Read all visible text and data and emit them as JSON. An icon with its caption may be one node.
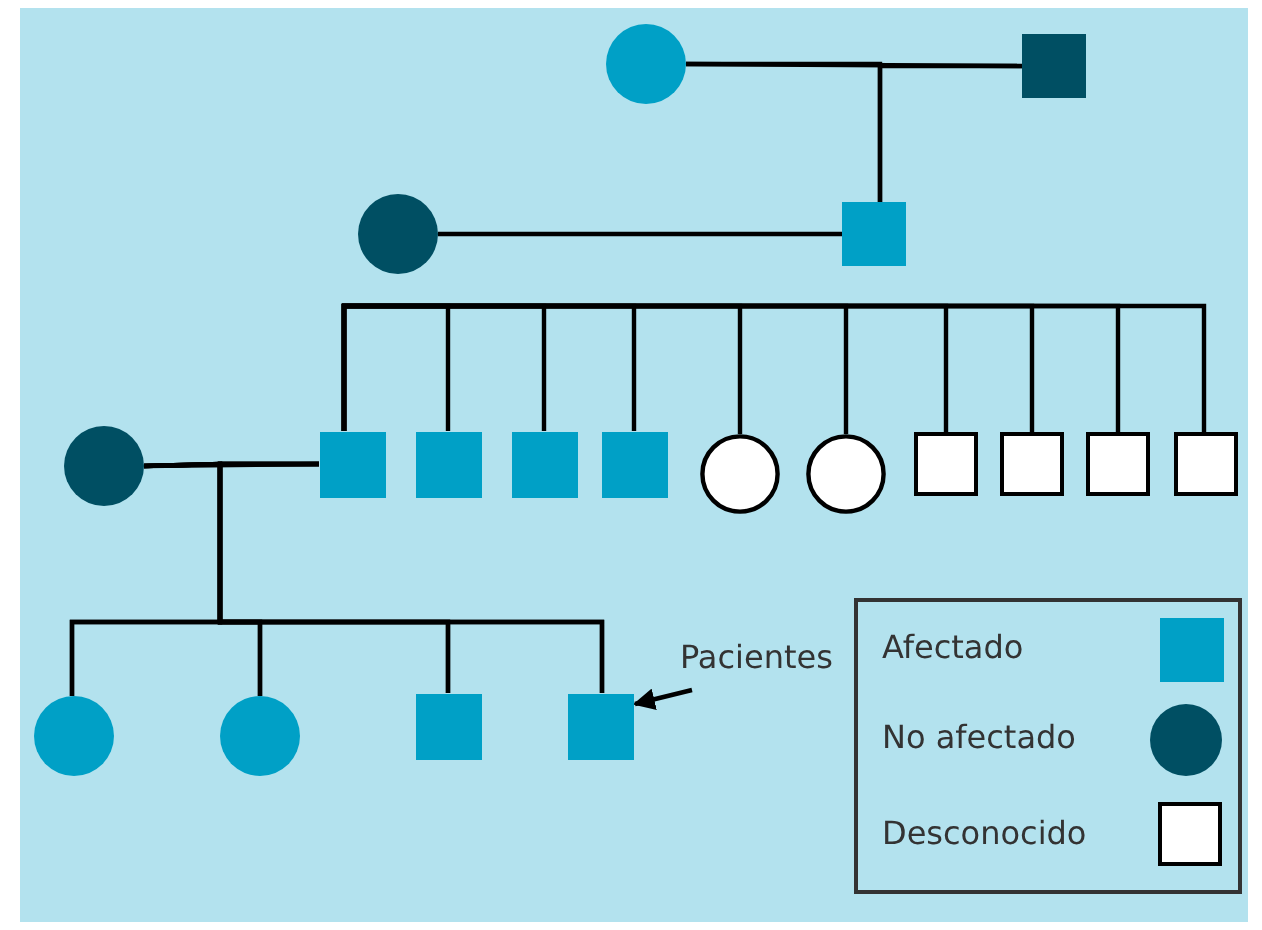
{
  "diagram": {
    "nodes": [
      {
        "text": [],
        "shape": "circle"
      },
      {
        "text": [],
        "shape": "box"
      },
      {
        "text": [],
        "shape": "circle"
      },
      {
        "text": [],
        "shape": "box"
      },
      {
        "text": [],
        "shape": "circle"
      },
      {
        "text": [],
        "shape": "box"
      },
      {
        "text": [],
        "shape": "box"
      },
      {
        "text": [],
        "shape": "box"
      },
      {
        "text": [],
        "shape": "box"
      },
      {
        "text": [],
        "shape": "circle"
      },
      {
        "text": [],
        "shape": "circle"
      },
      {
        "text": [],
        "shape": "box"
      },
      {
        "text": [],
        "shape": "box"
      },
      {
        "text": [],
        "shape": "box"
      },
      {
        "text": [],
        "shape": "box"
      },
      {
        "text": [],
        "shape": "circle"
      },
      {
        "text": [],
        "shape": "circle"
      },
      {
        "text": [],
        "shape": "box"
      },
      {
        "text": [],
        "shape": "box"
      },
      {
        "text": [
          "Pacientes"
        ]
      }
    ],
    "edges": [
      {
        "from": 0,
        "to": 1,
        "arrow": "none"
      },
      {
        "from": 0,
        "to": 3,
        "arrow": "none"
      },
      {
        "from": 1,
        "to": 3,
        "arrow": "none"
      },
      {
        "from": 2,
        "to": 3,
        "arrow": "none"
      },
      {
        "from": 4,
        "to": 5,
        "arrow": "none"
      },
      {
        "from": 5,
        "to": 6,
        "arrow": "none"
      },
      {
        "from": 5,
        "to": 7,
        "arrow": "none"
      },
      {
        "from": 5,
        "to": 8,
        "arrow": "none"
      },
      {
        "from": 5,
        "to": 9,
        "arrow": "none"
      },
      {
        "from": 5,
        "to": 10,
        "arrow": "none"
      },
      {
        "from": 5,
        "to": 11,
        "arrow": "none"
      },
      {
        "from": 5,
        "to": 12,
        "arrow": "none"
      },
      {
        "from": 5,
        "to": 13,
        "arrow": "none"
      },
      {
        "from": 5,
        "to": 14,
        "arrow": "none"
      },
      {
        "from": 4,
        "to": 15,
        "arrow": "none"
      },
      {
        "from": 5,
        "to": 15,
        "arrow": "none"
      },
      {
        "from": 4,
        "to": 16,
        "arrow": "none"
      },
      {
        "from": 5,
        "to": 16,
        "arrow": "none"
      },
      {
        "from": 4,
        "to": 17,
        "arrow": "none"
      },
      {
        "from": 5,
        "to": 17,
        "arrow": "none"
      },
      {
        "from": 4,
        "to": 18,
        "arrow": "none"
      },
      {
        "from": 5,
        "to": 18,
        "arrow": "none"
      },
      {
        "from": 19,
        "to": 18,
        "arrow": "to"
      }
    ],
    "legend": [
      {
        "text": "Afectado",
        "color": "#00a0c6"
      },
      {
        "text": "No afectado",
        "color": "#004f63"
      },
      {
        "text": "Desconocido",
        "color": "#ffffff"
      }
    ]
  }
}
